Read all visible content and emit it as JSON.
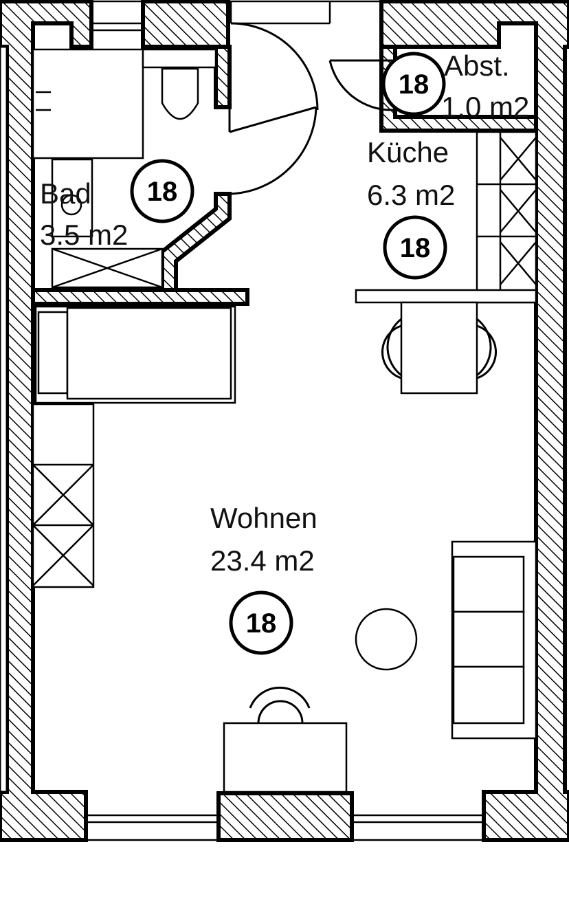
{
  "rooms": {
    "bad": {
      "name": "Bad",
      "area": "3.5 m2",
      "unit": "18"
    },
    "kueche": {
      "name": "Küche",
      "area": "6.3 m2",
      "unit": "18"
    },
    "abst": {
      "name": "Abst.",
      "area": "1.0 m2",
      "unit": "18"
    },
    "wohnen": {
      "name": "Wohnen",
      "area": "23.4 m2",
      "unit": "18"
    }
  },
  "colors": {
    "line": "#000000",
    "background": "#ffffff"
  }
}
